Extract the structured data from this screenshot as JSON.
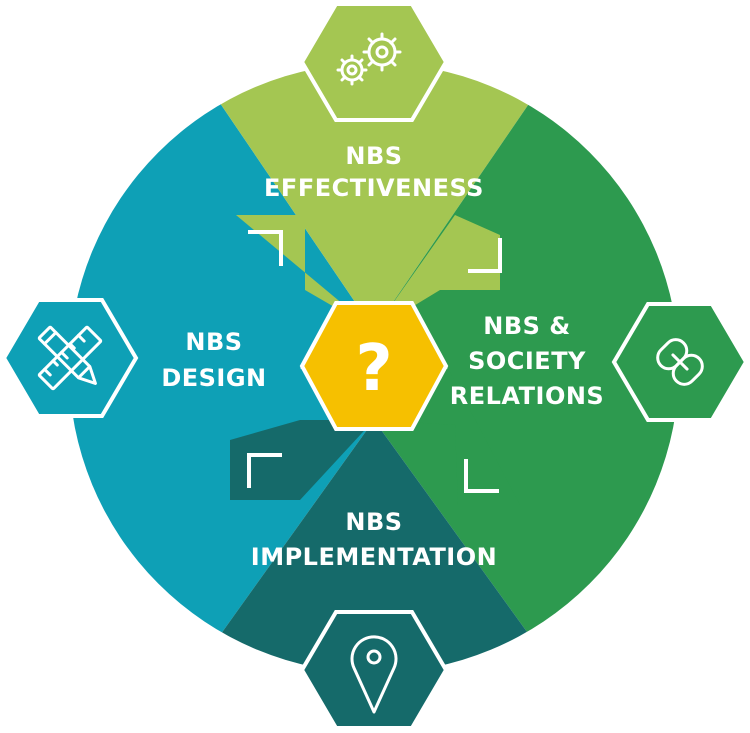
{
  "segments": {
    "effectiveness": {
      "line1": "NBS",
      "line2": "EFFECTIVENESS",
      "color": "#a4c652"
    },
    "society": {
      "line1": "NBS &",
      "line2": "SOCIETY",
      "line3": "RELATIONS",
      "color": "#2d9a4f"
    },
    "implementation": {
      "line1": "NBS",
      "line2": "IMPLEMENTATION",
      "color": "#156a6a"
    },
    "design": {
      "line1": "NBS",
      "line2": "DESIGN",
      "color": "#0ea0b6"
    }
  },
  "center": {
    "symbol": "?",
    "color": "#f6c000"
  },
  "icons": {
    "top": "gears-icon",
    "right": "chain-link-icon",
    "bottom": "location-pin-icon",
    "left": "ruler-pencil-icon"
  }
}
